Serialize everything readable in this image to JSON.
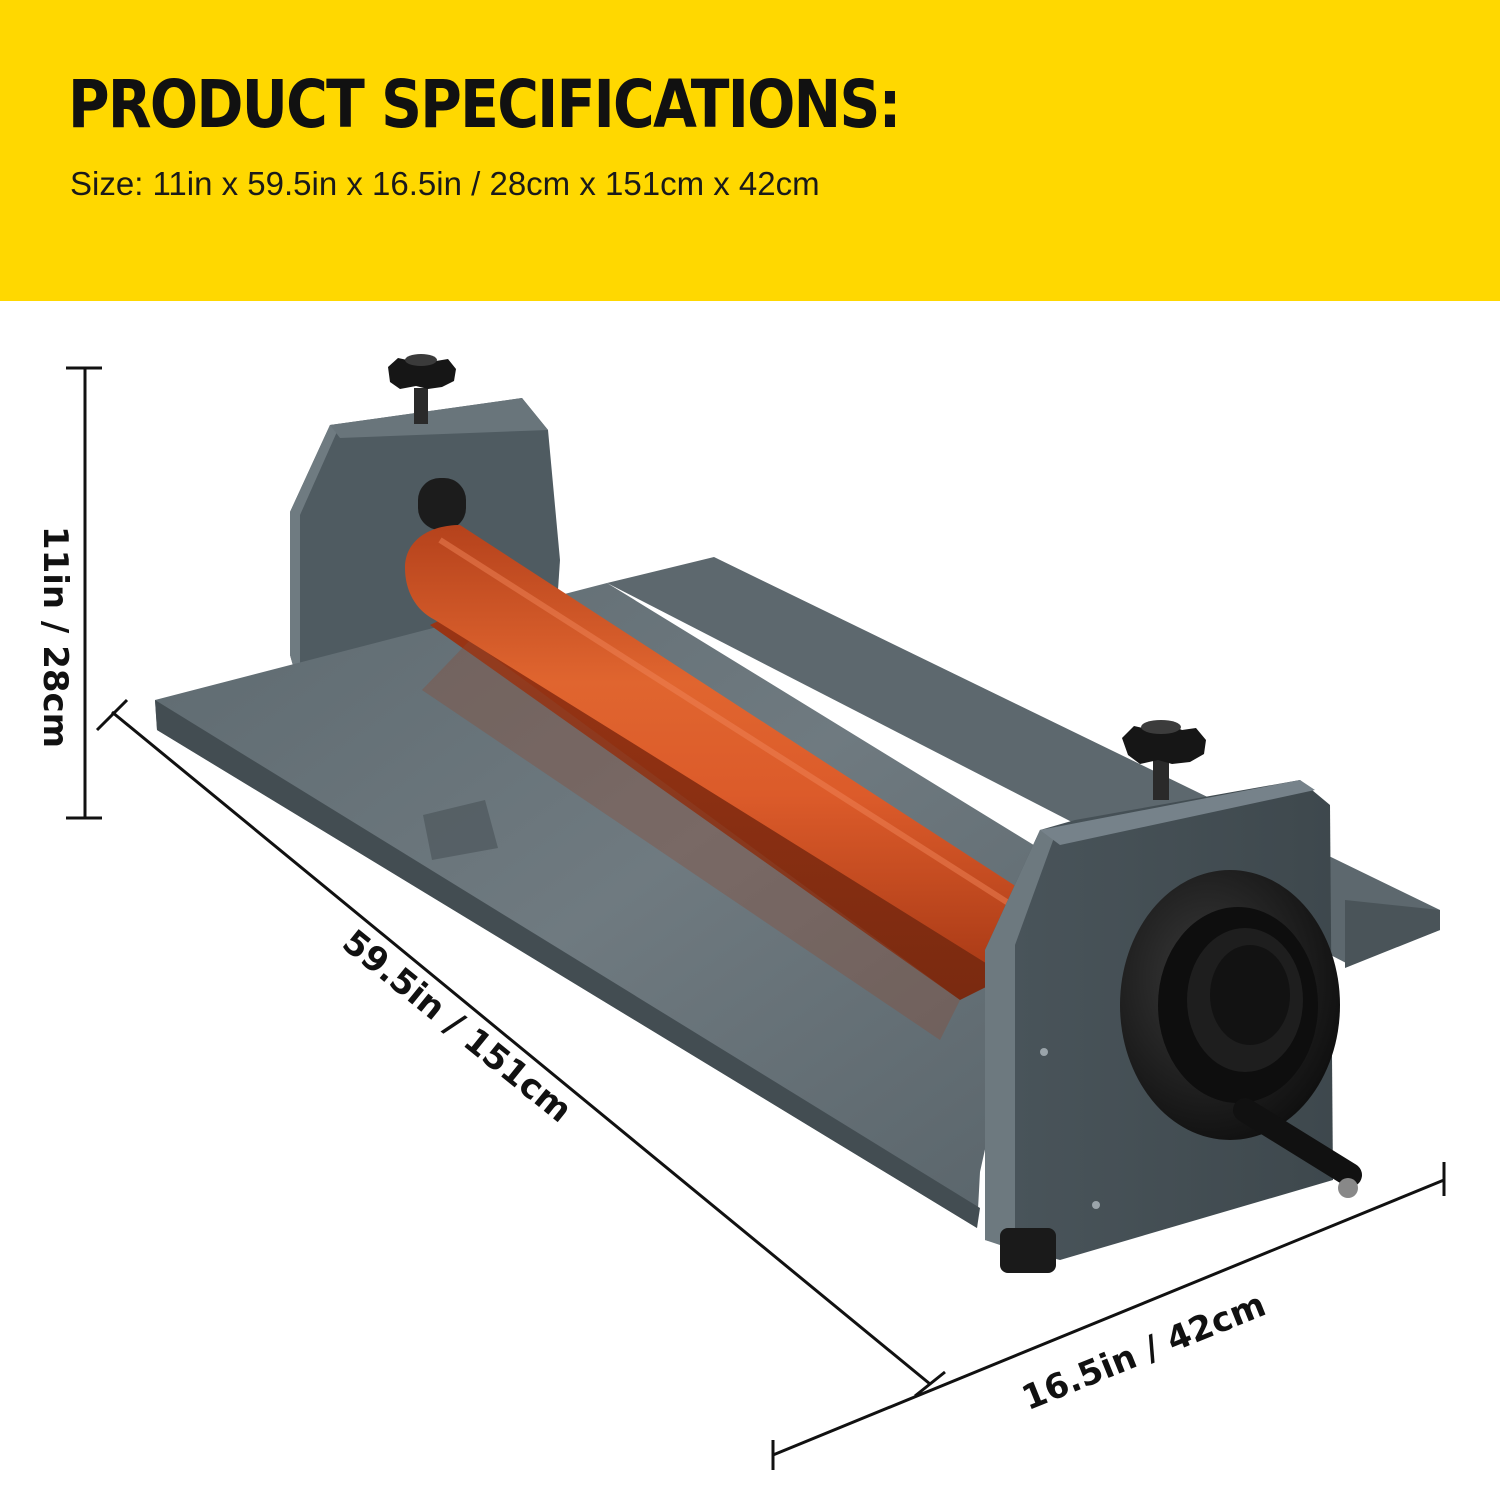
{
  "banner": {
    "title": "PRODUCT SPECIFICATIONS:",
    "size": "Size: 11in x 59.5in x 16.5in / 28cm x 151cm x 42cm",
    "background_color": "#ffd800"
  },
  "dimensions": {
    "height_label": "11in / 28cm",
    "length_label": "59.5in / 151cm",
    "depth_label": "16.5in / 42cm"
  },
  "product": {
    "body_color": "#4e5a60",
    "roller_color": "#dd5a2c",
    "knob_color": "#141414",
    "icon": "cold-laminator-machine"
  }
}
